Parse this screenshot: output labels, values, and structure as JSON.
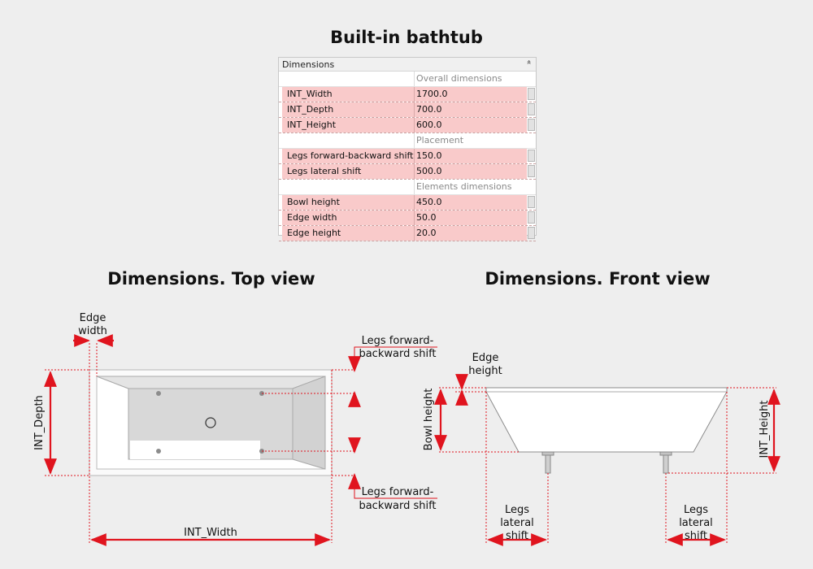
{
  "titles": {
    "main": "Built-in bathtub",
    "top_view": "Dimensions. Top view",
    "front_view": "Dimensions. Front view"
  },
  "panel": {
    "header": "Dimensions",
    "collapse_glyph": "»",
    "rows": [
      {
        "type": "group",
        "value": "Overall dimensions"
      },
      {
        "type": "param",
        "name": "INT_Width",
        "value": "1700.0"
      },
      {
        "type": "param",
        "name": "INT_Depth",
        "value": "700.0"
      },
      {
        "type": "param",
        "name": "INT_Height",
        "value": "600.0"
      },
      {
        "type": "group",
        "value": "Placement"
      },
      {
        "type": "param",
        "name": "Legs forward-backward shift",
        "value": "150.0"
      },
      {
        "type": "param",
        "name": "Legs lateral shift",
        "value": "500.0"
      },
      {
        "type": "group",
        "value": "Elements dimensions"
      },
      {
        "type": "param",
        "name": "Bowl height",
        "value": "450.0"
      },
      {
        "type": "param",
        "name": "Edge width",
        "value": "50.0"
      },
      {
        "type": "param",
        "name": "Edge height",
        "value": "20.0"
      }
    ]
  },
  "labels": {
    "edge": "Edge",
    "width": "width",
    "height": "height",
    "legs_fb_1": "Legs forward-",
    "legs_fb_2": "backward shift",
    "int_depth": "INT_Depth",
    "int_width": "INT_Width",
    "bowl_height": "Bowl height",
    "int_height": "INT_Height",
    "legs": "Legs",
    "lateral": "lateral",
    "shift": "shift"
  },
  "colors": {
    "dimension_red": "#e0141e",
    "param_row_pink": "#f9caca",
    "background": "#eeeeee"
  }
}
